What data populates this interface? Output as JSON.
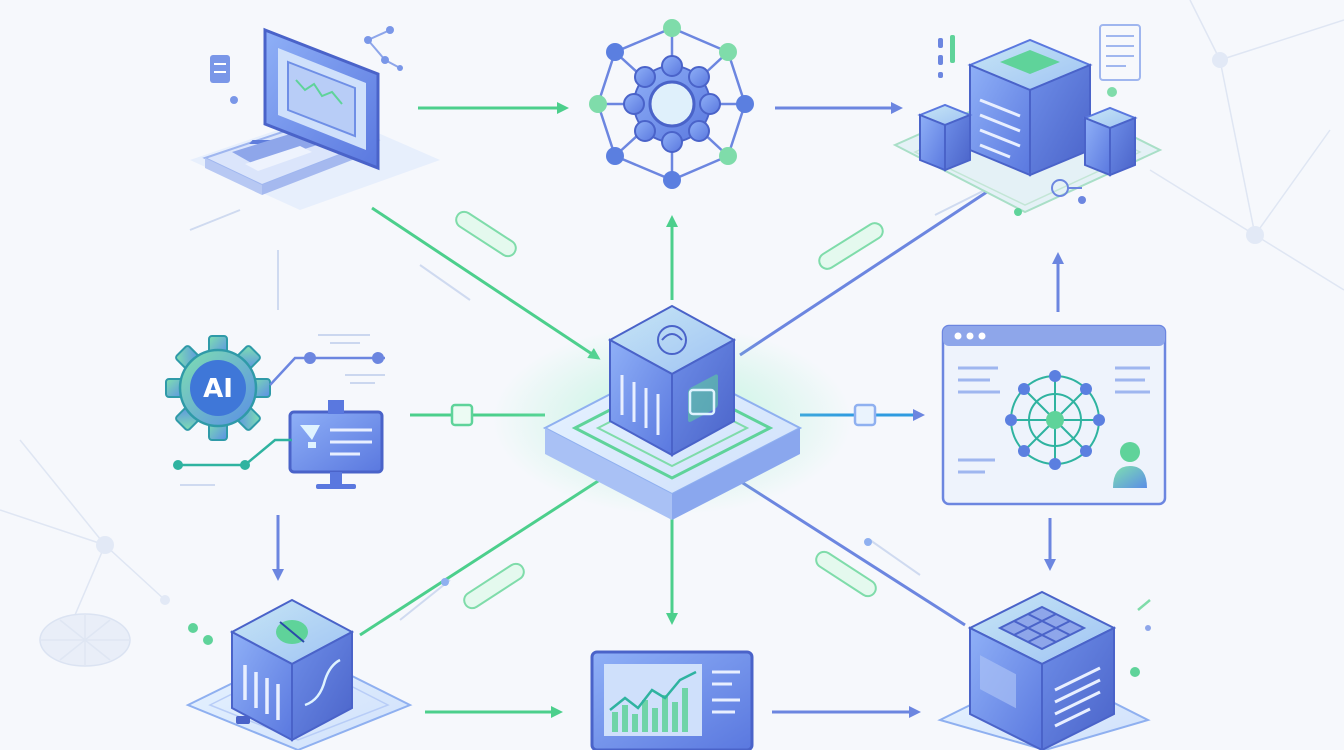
{
  "diagram": {
    "nodes": [
      {
        "id": "laptop",
        "icon": "laptop-icon"
      },
      {
        "id": "network-hub",
        "icon": "network-hub-icon"
      },
      {
        "id": "server-cluster",
        "icon": "server-cluster-icon"
      },
      {
        "id": "ai-engine",
        "icon": "ai-gear-icon",
        "label": "AI"
      },
      {
        "id": "monitor-display",
        "icon": "monitor-icon"
      },
      {
        "id": "central-cube",
        "icon": "central-processing-cube-icon"
      },
      {
        "id": "web-dashboard",
        "icon": "browser-window-icon"
      },
      {
        "id": "analytics-cube",
        "icon": "analytics-cube-icon"
      },
      {
        "id": "trend-dashboard",
        "icon": "trend-chart-monitor-icon"
      },
      {
        "id": "grid-cube",
        "icon": "grid-cube-icon"
      }
    ],
    "connections": [
      {
        "from": "laptop",
        "to": "network-hub"
      },
      {
        "from": "network-hub",
        "to": "server-cluster"
      },
      {
        "from": "laptop",
        "to": "central-cube"
      },
      {
        "from": "central-cube",
        "to": "network-hub"
      },
      {
        "from": "central-cube",
        "to": "server-cluster"
      },
      {
        "from": "web-dashboard",
        "to": "server-cluster"
      },
      {
        "from": "monitor-display",
        "to": "central-cube"
      },
      {
        "from": "central-cube",
        "to": "web-dashboard"
      },
      {
        "from": "web-dashboard",
        "to": "grid-cube"
      },
      {
        "from": "analytics-cube",
        "to": "central-cube"
      },
      {
        "from": "central-cube",
        "to": "trend-dashboard"
      },
      {
        "from": "central-cube",
        "to": "grid-cube"
      },
      {
        "from": "ai-engine",
        "to": "analytics-cube"
      },
      {
        "from": "analytics-cube",
        "to": "trend-dashboard"
      },
      {
        "from": "trend-dashboard",
        "to": "grid-cube"
      }
    ],
    "colors": {
      "background": "#f6f8fc",
      "blue": "#5b7fe0",
      "blue_light": "#a9c1f5",
      "green": "#5fd39a",
      "teal": "#2fb3a0",
      "arrow_green": "#4ccf8c",
      "arrow_blue": "#6c86e0"
    }
  }
}
